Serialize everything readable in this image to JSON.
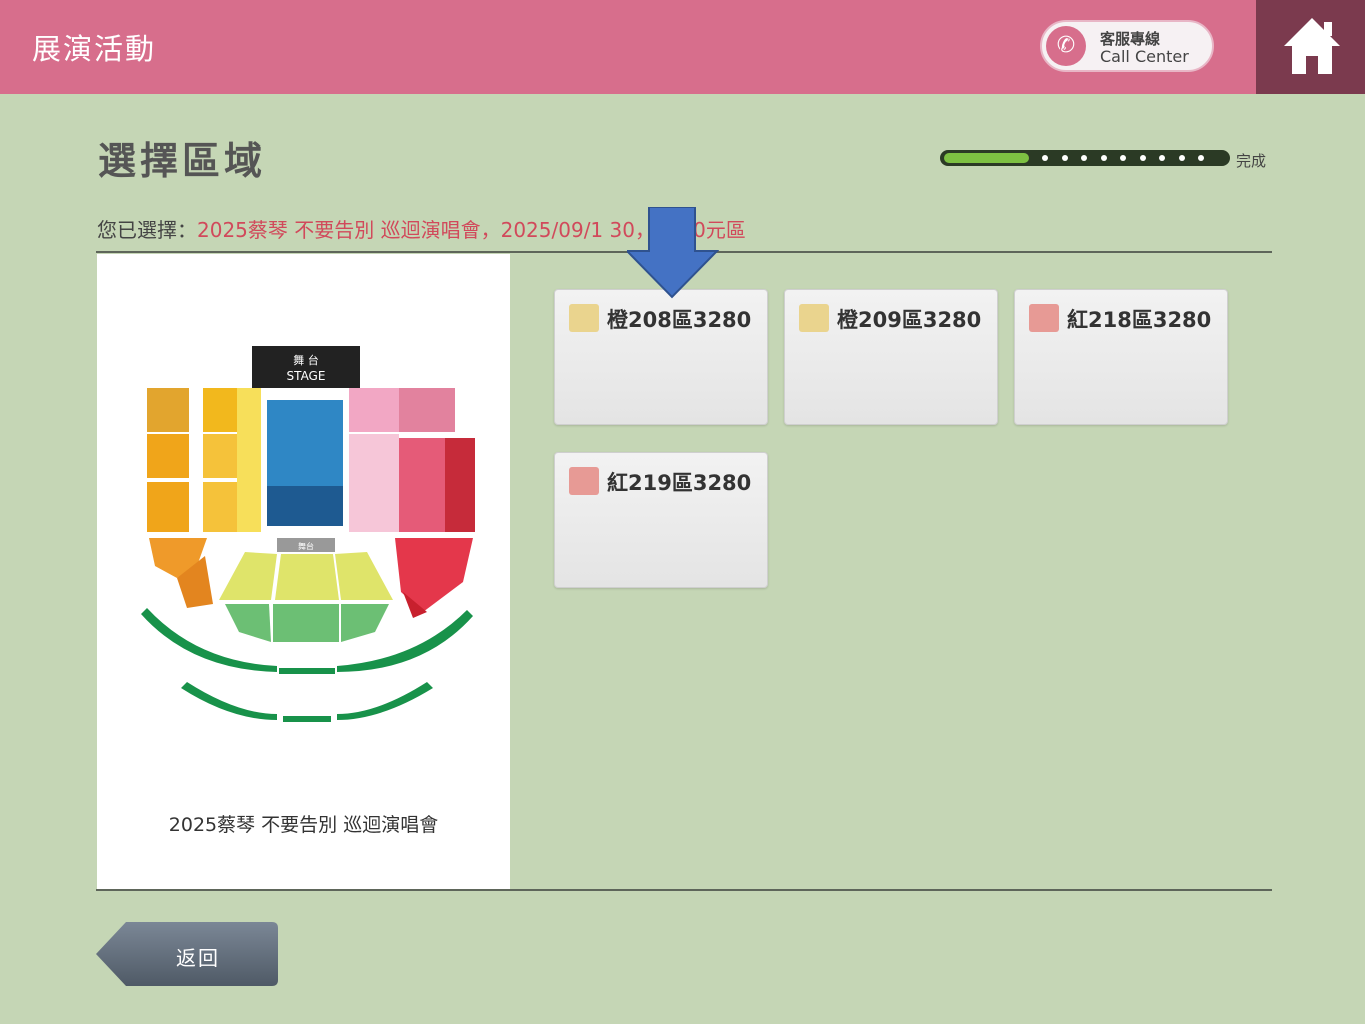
{
  "header": {
    "title": "展演活動",
    "call_center_line1": "客服專線",
    "call_center_line2": "Call Center",
    "home_icon": "home-icon",
    "phone_icon": "phone-icon"
  },
  "page": {
    "title": "選擇區域",
    "progress_fraction": 0.3,
    "progress_label": "完成"
  },
  "selection": {
    "label": "您已選擇：",
    "value": "2025蔡琴 不要告別 巡迴演唱會，2025/09/1    30，3280元區"
  },
  "seat_map": {
    "stage_line1": "舞 台",
    "stage_line2": "STAGE",
    "center_block": "舞台",
    "caption": "2025蔡琴 不要告別 巡迴演唱會"
  },
  "zones": [
    {
      "label": "橙208區3280",
      "color": "#ead48e"
    },
    {
      "label": "橙209區3280",
      "color": "#ead48e"
    },
    {
      "label": "紅218區3280",
      "color": "#e79a95"
    },
    {
      "label": "紅219區3280",
      "color": "#e79a95"
    }
  ],
  "annotation": {
    "arrow_color": "#4472c4"
  },
  "footer": {
    "back_label": "返回"
  }
}
